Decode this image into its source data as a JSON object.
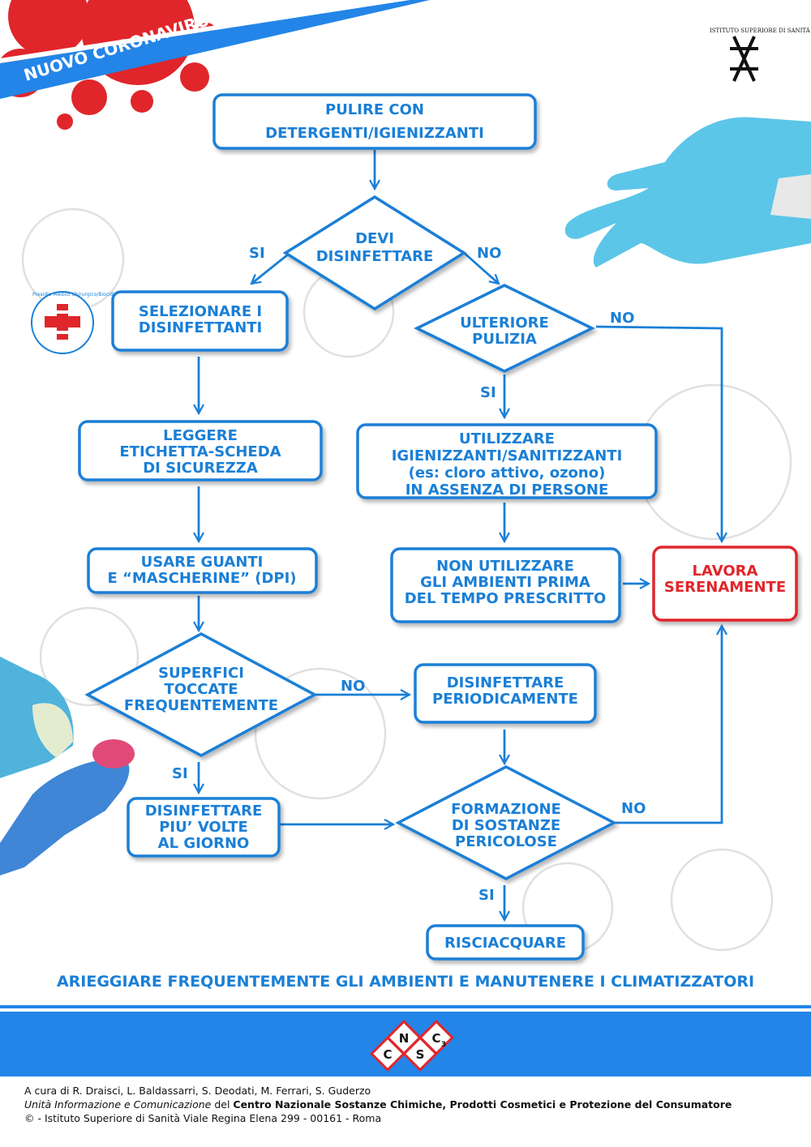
{
  "banner": {
    "tag": "NUOVO CORONAVIRUS"
  },
  "logo_iss": {
    "text": "ISTITUTO SUPERIORE DI SANITÀ"
  },
  "logo_presidio": {
    "text": "Presidio Medico Chirurgico/Biocidi"
  },
  "logo_cnsc": {
    "letters": [
      "C",
      "N",
      "S",
      "C"
    ],
    "sub": "3"
  },
  "colors": {
    "accent": "#1a7fd6",
    "banner": "#2385e8",
    "alert": "#e0262b"
  },
  "nodes": {
    "pulire": [
      "PULIRE CON",
      "DETERGENTI/IGIENIZZANTI"
    ],
    "devi": [
      "DEVI",
      "DISINFETTARE"
    ],
    "selezionare": [
      "SELEZIONARE I",
      "DISINFETTANTI"
    ],
    "ulteriore": [
      "ULTERIORE",
      "PULIZIA"
    ],
    "leggere": [
      "LEGGERE",
      "ETICHETTA-SCHEDA",
      "DI SICUREZZA"
    ],
    "utilizzare": [
      "UTILIZZARE",
      "IGIENIZZANTI/SANITIZZANTI",
      "(es: cloro attivo, ozono)",
      "IN ASSENZA DI PERSONE"
    ],
    "usare": [
      "USARE GUANTI",
      "E “MASCHERINE” (DPI)"
    ],
    "non_utilizzare": [
      "NON UTILIZZARE",
      "GLI AMBIENTI PRIMA",
      "DEL TEMPO PRESCRITTO"
    ],
    "lavora": [
      "LAVORA",
      "SERENAMENTE"
    ],
    "superfici": [
      "SUPERFICI",
      "TOCCATE",
      "FREQUENTEMENTE"
    ],
    "periodicamente": [
      "DISINFETTARE",
      "PERIODICAMENTE"
    ],
    "piu_volte": [
      "DISINFETTARE",
      "PIU’ VOLTE",
      "AL GIORNO"
    ],
    "formazione": [
      "FORMAZIONE",
      "DI SOSTANZE",
      "PERICOLOSE"
    ],
    "risciacquare": [
      "RISCIACQUARE"
    ]
  },
  "edge_labels": {
    "devi_si": "SI",
    "devi_no": "NO",
    "ulteriore_no": "NO",
    "ulteriore_si": "SI",
    "superfici_no": "NO",
    "superfici_si": "SI",
    "formazione_no": "NO",
    "formazione_si": "SI"
  },
  "footer": {
    "advice": "ARIEGGIARE FREQUENTEMENTE GLI AMBIENTI E MANUTENERE I CLIMATIZZATORI",
    "credits": "A cura di R. Draisci, L. Baldassarri, S. Deodati, M. Ferrari, S. Guderzo",
    "unit_italic": "Unità Informazione e Comunicazione",
    "unit_del": " del ",
    "unit_bold": "Centro Nazionale Sostanze Chimiche, Prodotti Cosmetici e Protezione del Consumatore",
    "copyright": "© - Istituto Superiore di Sanità Viale Regina Elena 299 - 00161 - Roma"
  }
}
